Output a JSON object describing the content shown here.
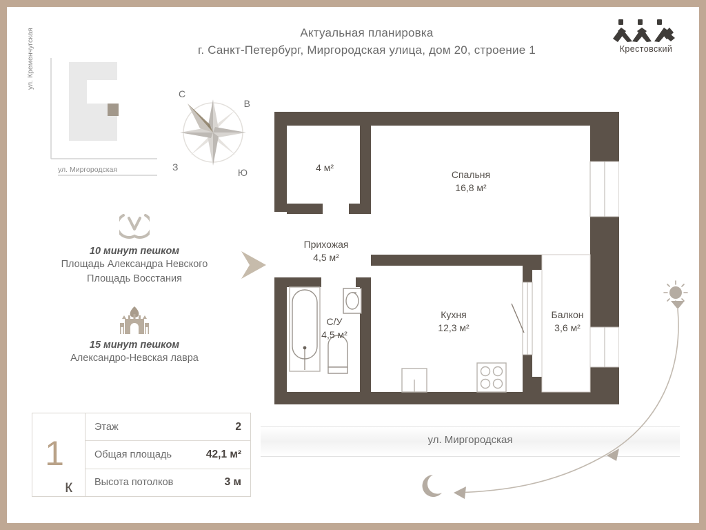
{
  "header": {
    "title_line1": "Актуальная планировка",
    "title_line2": "г. Санкт-Петербург, Миргородская улица, дом 20, строение 1",
    "logo_text": "Крестовский",
    "logo_icon": "zhk-krestovsky-mark-icon"
  },
  "map": {
    "street_vertical": "ул. Кременчугская",
    "street_horizontal": "ул. Миргородская",
    "building_icon": "building-outline-icon",
    "unit_marker_color": "#a2988b",
    "building_color": "#e8e8e8"
  },
  "compass": {
    "north": "С",
    "east": "В",
    "west": "З",
    "south": "Ю",
    "icon": "compass-rose-icon",
    "north_highlight_color": "#8a7b63"
  },
  "poi": [
    {
      "icon": "metro-icon",
      "time": "10 минут пешком",
      "places": [
        "Площадь Александра Невского",
        "Площадь Восстания"
      ]
    },
    {
      "icon": "lavra-cathedral-icon",
      "time": "15 минут пешком",
      "places": [
        "Александро-Невская лавра"
      ]
    }
  ],
  "info": {
    "badge_number": "1",
    "badge_suffix": "к",
    "rows": [
      {
        "label": "Этаж",
        "value": "2"
      },
      {
        "label": "Общая площадь",
        "value": "42,1 м²"
      },
      {
        "label": "Высота потолков",
        "value": "3 м"
      }
    ]
  },
  "plan": {
    "wall_color": "#5c5249",
    "rooms": [
      {
        "name": "",
        "area": "4 м²",
        "type": "storage"
      },
      {
        "name": "Спальня",
        "area": "16,8 м²",
        "type": "bedroom"
      },
      {
        "name": "Прихожая",
        "area": "4,5 м²",
        "type": "hallway"
      },
      {
        "name": "С/У",
        "area": "4,5 м²",
        "type": "bathroom"
      },
      {
        "name": "Кухня",
        "area": "12,3 м²",
        "type": "kitchen"
      },
      {
        "name": "Балкон",
        "area": "3,6 м²",
        "type": "balcony"
      }
    ],
    "fixtures": [
      "bathtub-icon",
      "toilet-icon",
      "washbasin-icon",
      "kitchen-sink-icon",
      "stove-icon"
    ],
    "entry_arrow_icon": "entrance-arrow-icon"
  },
  "street_band": {
    "label": "ул. Миргородская"
  },
  "sun_path": {
    "sun_icon": "sun-icon",
    "moon_icon": "moon-icon",
    "path_color": "#bdb4a8"
  }
}
